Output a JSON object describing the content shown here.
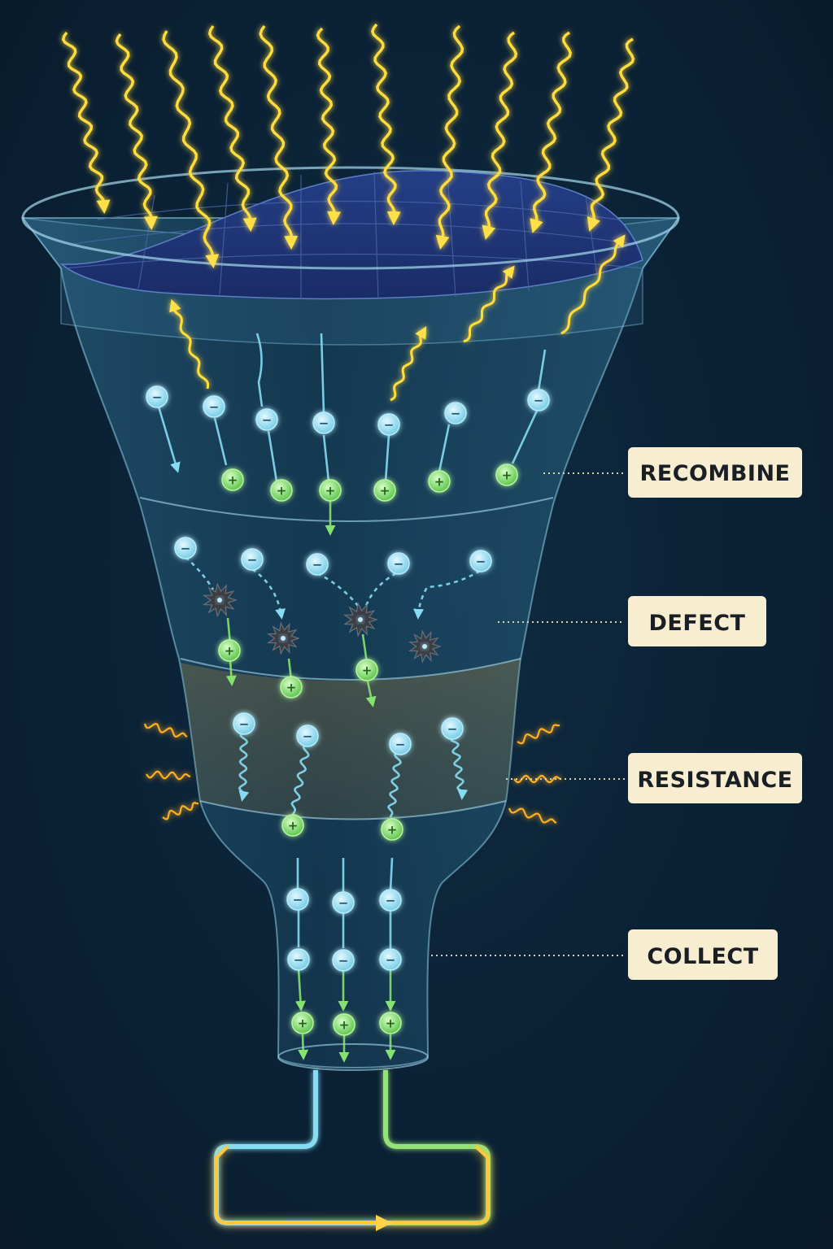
{
  "labels": {
    "recombine": "RECOMBINE",
    "defect": "DEFECT",
    "resistance": "RESISTANCE",
    "collect": "COLLECT"
  },
  "charges": {
    "electron": "−",
    "hole": "+"
  },
  "colors": {
    "background": "#0b2236",
    "light_ray": "#ffd93a",
    "electron": "#7fd8f0",
    "hole": "#7ee36a",
    "defect": "#3a3f46",
    "heat": "#ffb020",
    "circuit": "#ffc83a",
    "label_fill": "#f7eed2",
    "label_text": "#1a1f26"
  },
  "icons": {
    "incoming_light": "wavy-arrow-icon",
    "escaping_light": "reflected-arrow-icon",
    "defect": "spiky-trap-icon",
    "heat": "heat-squiggle-icon",
    "circuit_flow": "arrow-right-icon"
  }
}
